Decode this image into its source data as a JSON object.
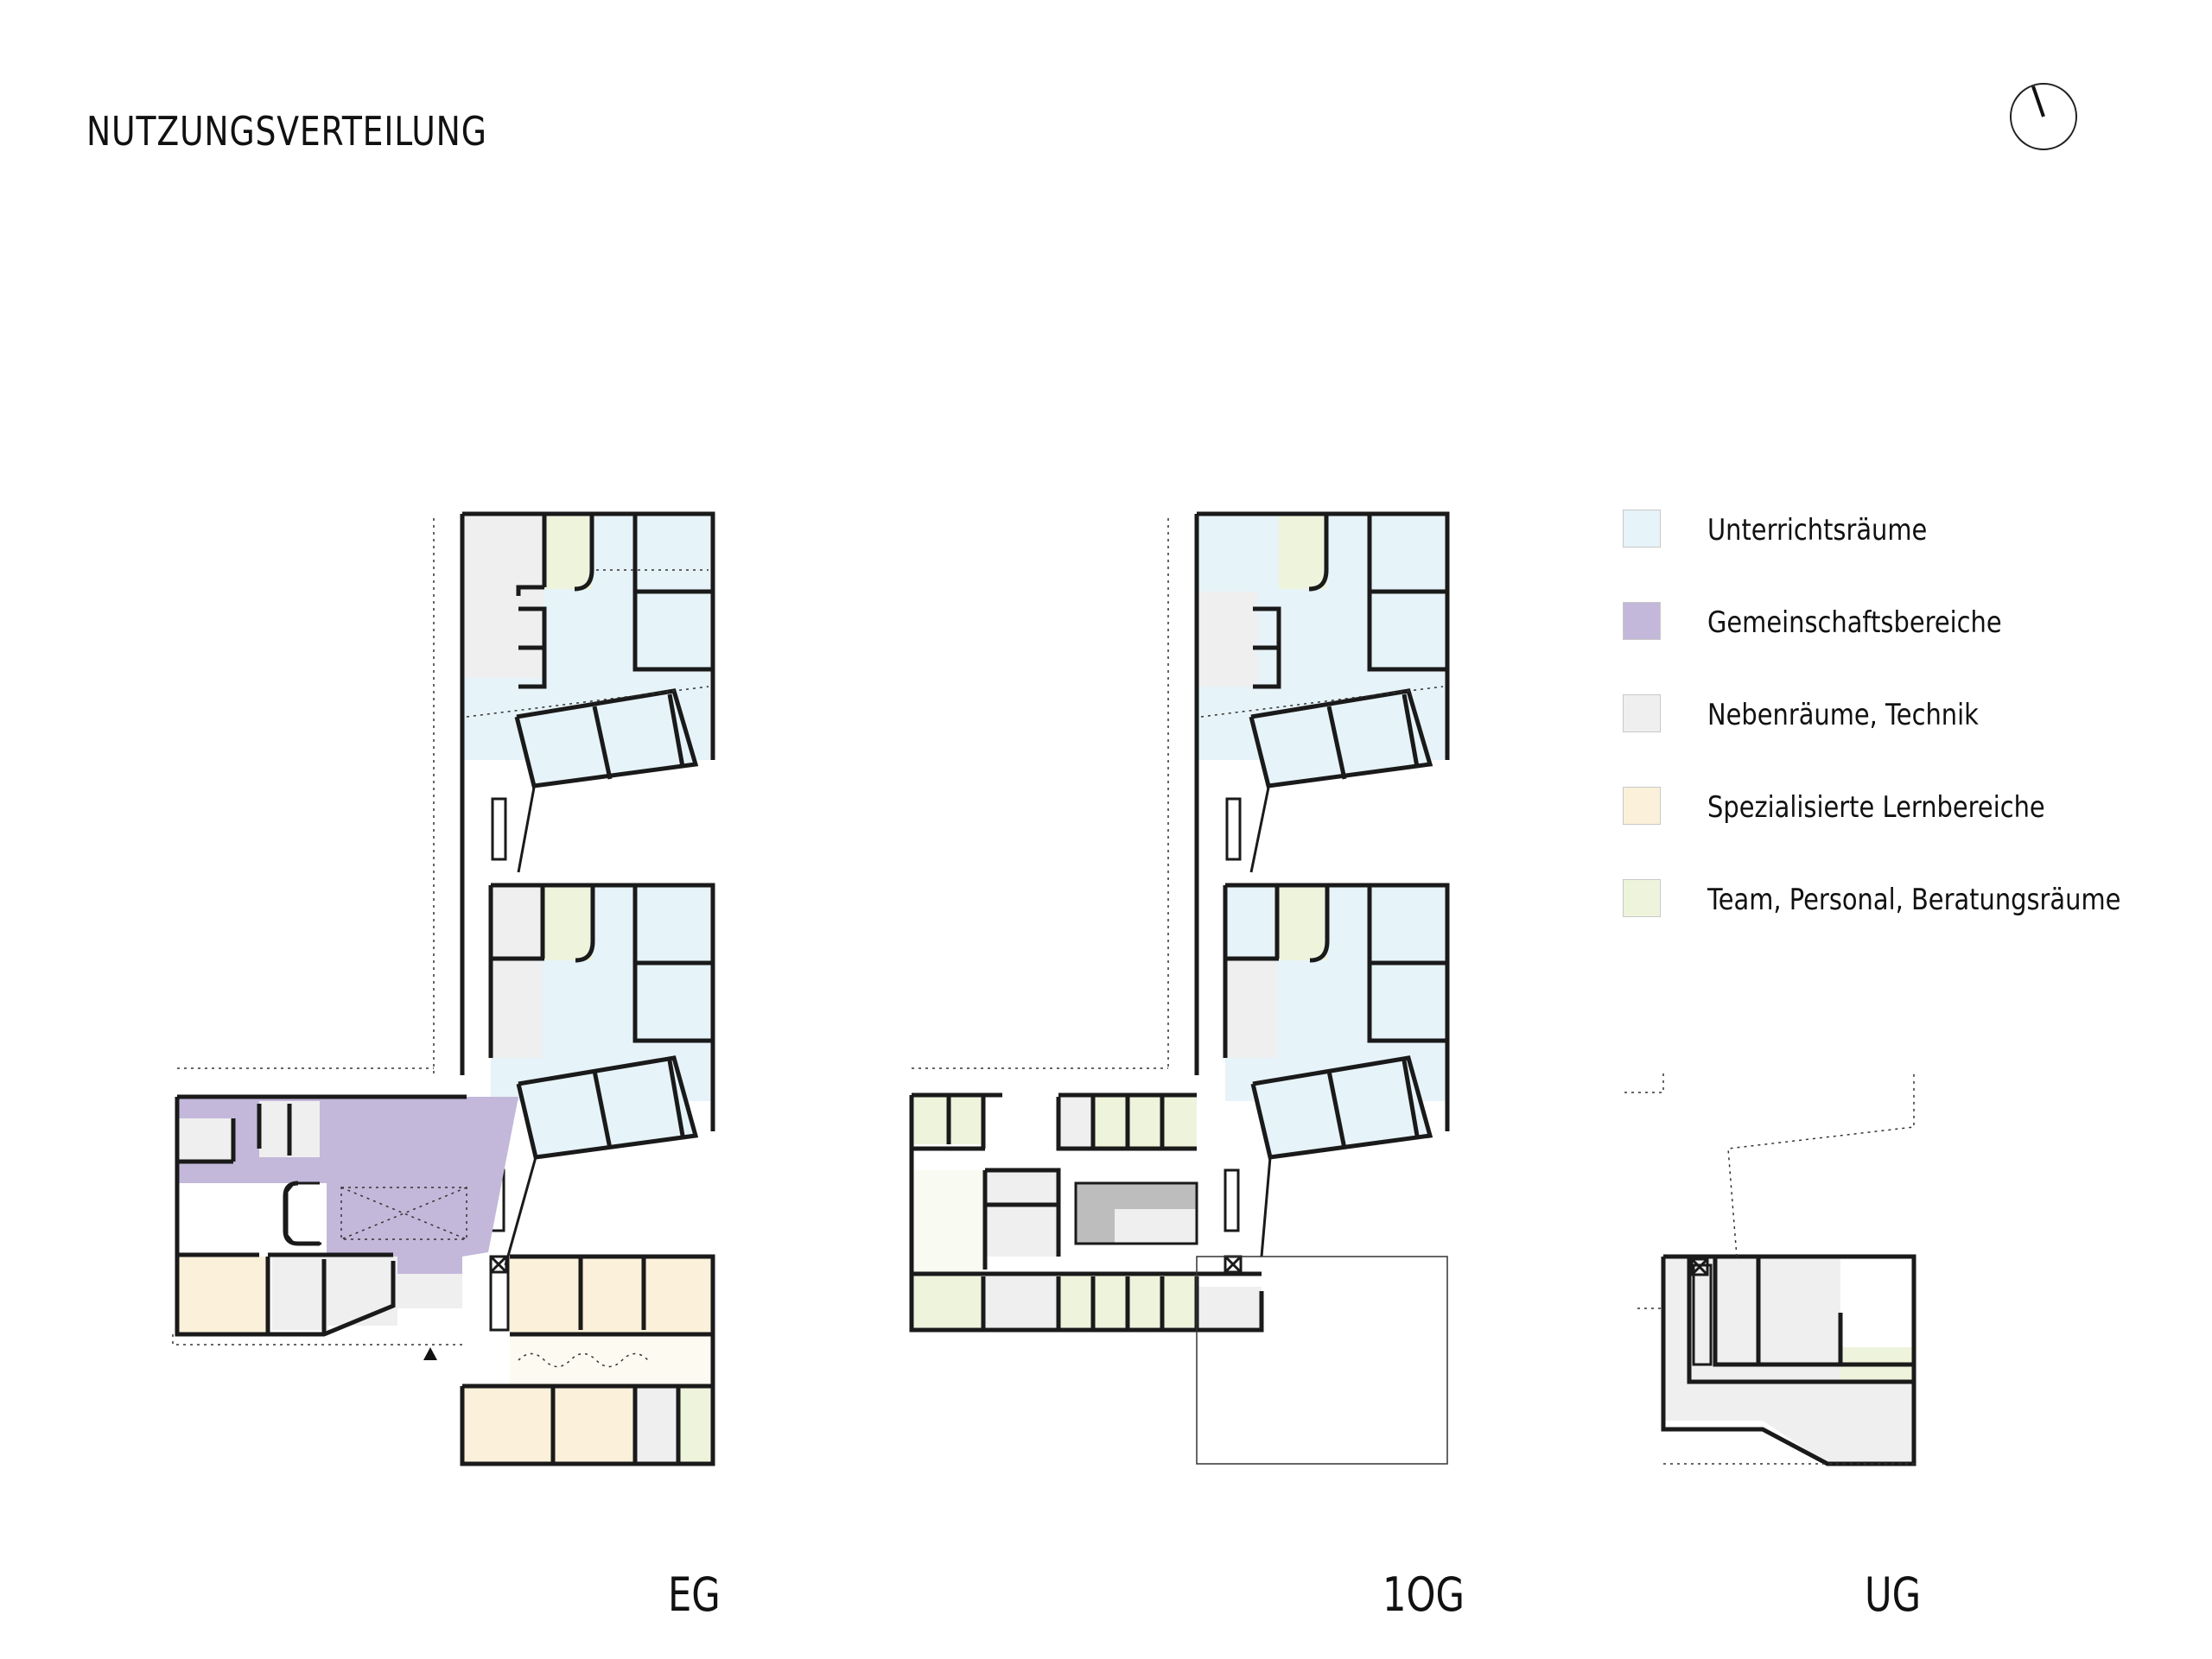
{
  "title": "NUTZUNGSVERTEILUNG",
  "compass": {
    "icon": "north-arrow-icon"
  },
  "legend": [
    {
      "label": "Unterrichtsräume",
      "color": "#e6f3f8"
    },
    {
      "label": "Gemeinschaftsbereiche",
      "color": "#c3b8da"
    },
    {
      "label": "Nebenräume, Technik",
      "color": "#efefef"
    },
    {
      "label": "Spezialisierte Lernbereiche",
      "color": "#fbf0da"
    },
    {
      "label": "Team, Personal, Beratungsräume",
      "color": "#eef3dc"
    }
  ],
  "plans": [
    {
      "label": "EG"
    },
    {
      "label": "1OG"
    },
    {
      "label": "UG"
    }
  ],
  "colors": {
    "wall": "#1a1a1a",
    "unterricht": "#e6f3f8",
    "gemeinschaft": "#c3b8da",
    "neben": "#efefef",
    "spezial": "#fbf0da",
    "team": "#eef3dc"
  }
}
